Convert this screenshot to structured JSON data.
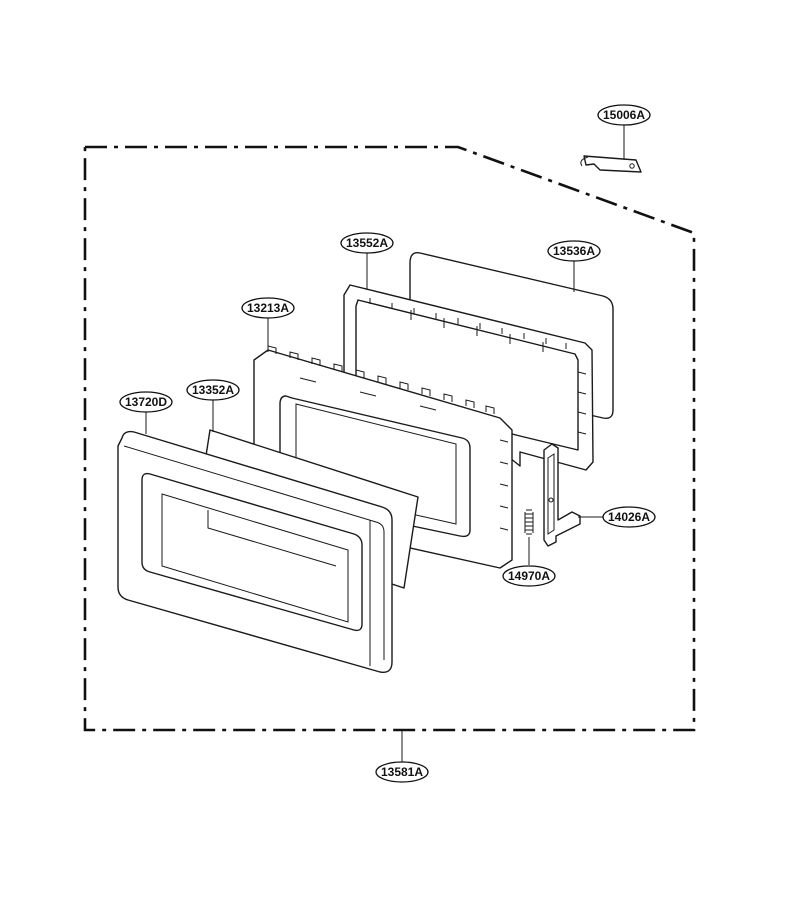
{
  "parts": [
    {
      "id": "15006A",
      "label": "15006A"
    },
    {
      "id": "13552A",
      "label": "13552A"
    },
    {
      "id": "13536A",
      "label": "13536A"
    },
    {
      "id": "13213A",
      "label": "13213A"
    },
    {
      "id": "13720D",
      "label": "13720D"
    },
    {
      "id": "13352A",
      "label": "13352A"
    },
    {
      "id": "14026A",
      "label": "14026A"
    },
    {
      "id": "14970A",
      "label": "14970A"
    },
    {
      "id": "13581A",
      "label": "13581A"
    }
  ],
  "colors": {
    "line": "#1a1a1a",
    "background": "#ffffff"
  }
}
